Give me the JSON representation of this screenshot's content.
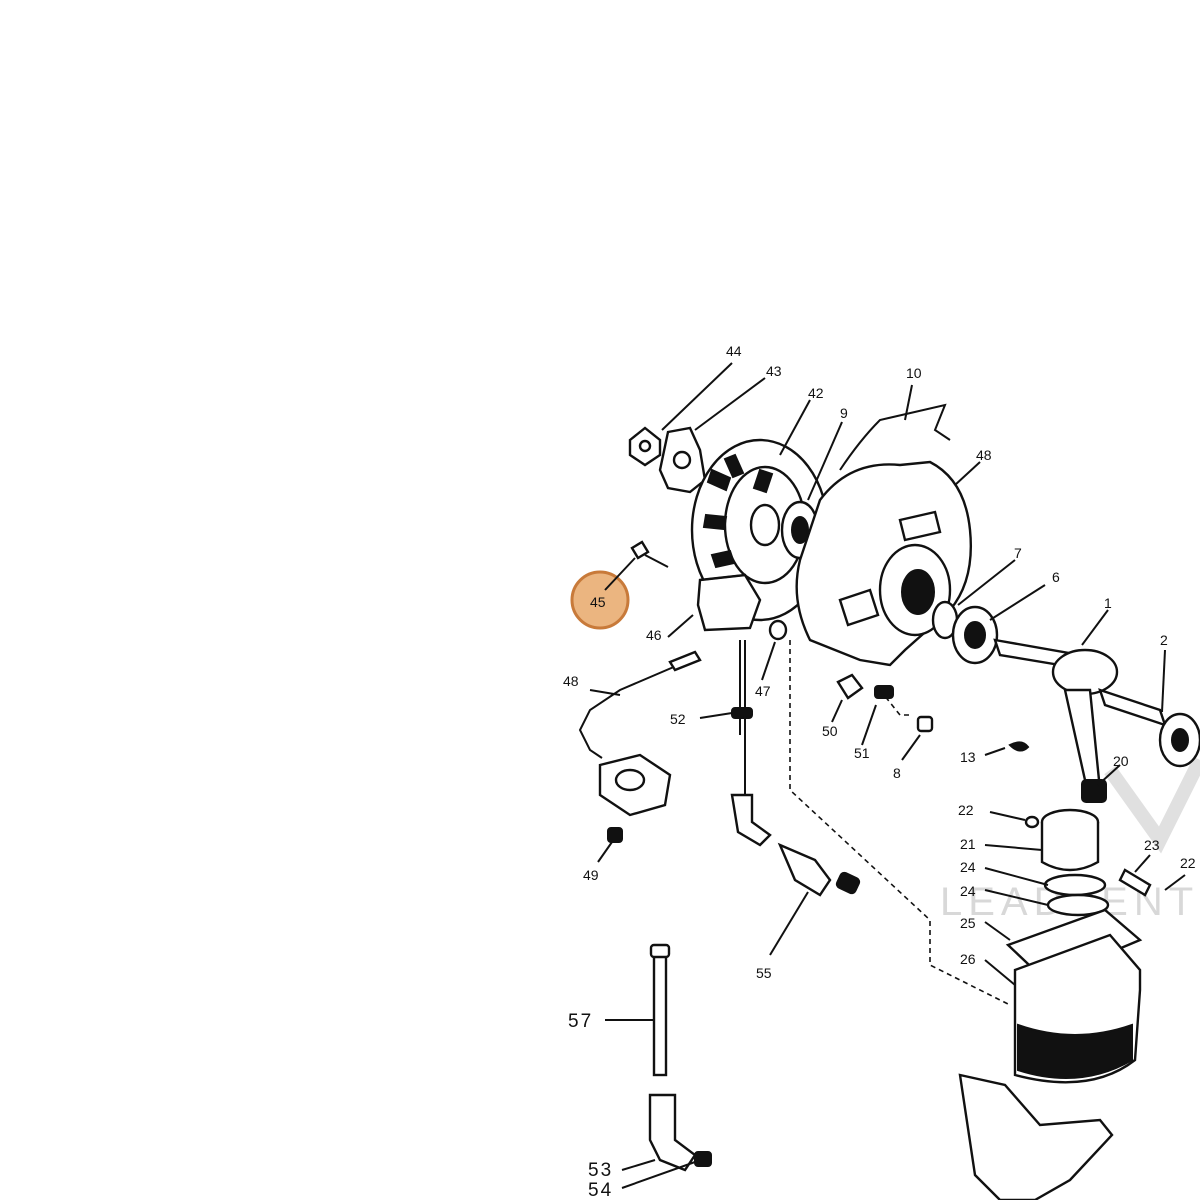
{
  "labels": {
    "p44": "44",
    "p43": "43",
    "p42": "42",
    "p9": "9",
    "p10": "10",
    "p48a": "48",
    "p7": "7",
    "p6": "6",
    "p1": "1",
    "p2": "2",
    "p45": "45",
    "p46": "46",
    "p47": "47",
    "p48b": "48",
    "p52": "52",
    "p50": "50",
    "p51": "51",
    "p8": "8",
    "p13": "13",
    "p20": "20",
    "p22a": "22",
    "p21": "21",
    "p24a": "24",
    "p24b": "24",
    "p25": "25",
    "p26": "26",
    "p23": "23",
    "p22b": "22",
    "p49": "49",
    "p55": "55",
    "p57": "57",
    "p53": "53",
    "p54": "54"
  },
  "highlight": {
    "part": "45",
    "color": "#e8a86a"
  },
  "watermark": "LEADVENT"
}
